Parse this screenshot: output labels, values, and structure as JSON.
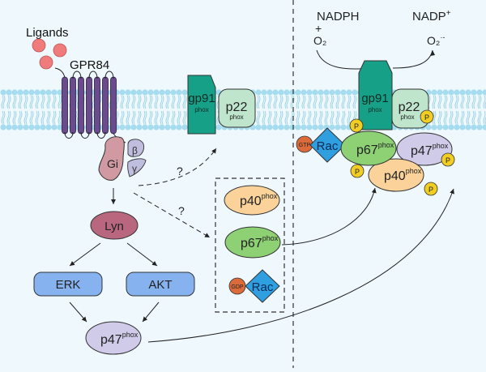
{
  "colors": {
    "background": "#eef8fd",
    "membrane_head": "#a6dcef",
    "membrane_tail": "#8ccbe0",
    "ligand": "#ef7b7b",
    "gpr84": "#6a4b8e",
    "gi": "#d19aa3",
    "beta_gamma": "#c0bedf",
    "lyn": "#b8677f",
    "kinase": "#86b3ef",
    "p47": "#cfcbe8",
    "p40": "#fbd39a",
    "p67": "#8ed174",
    "rac": "#2f9fe0",
    "gdp_gtp": "#dc6b3b",
    "gp91": "#16a088",
    "p22": "#bfe6cc",
    "phospho": "#f2ce23"
  },
  "labels": {
    "ligands": "Ligands",
    "gpr84": "GPR84",
    "gi": "Gi",
    "beta": "β",
    "gamma": "γ",
    "lyn": "Lyn",
    "erk": "ERK",
    "akt": "AKT",
    "p47": "p47",
    "p40": "p40",
    "p67": "p67",
    "gp91": "gp91",
    "p22": "p22",
    "phox": "phox",
    "rac": "Rac",
    "gdp": "GDP",
    "gtp": "GTP",
    "p": "P",
    "question": "?",
    "nadph": "NADPH",
    "plus": "+",
    "o2": "O₂",
    "nadp": "NADP",
    "nadp_sup": "+",
    "superoxide": "O₂",
    "superoxide_sup": "·-"
  }
}
